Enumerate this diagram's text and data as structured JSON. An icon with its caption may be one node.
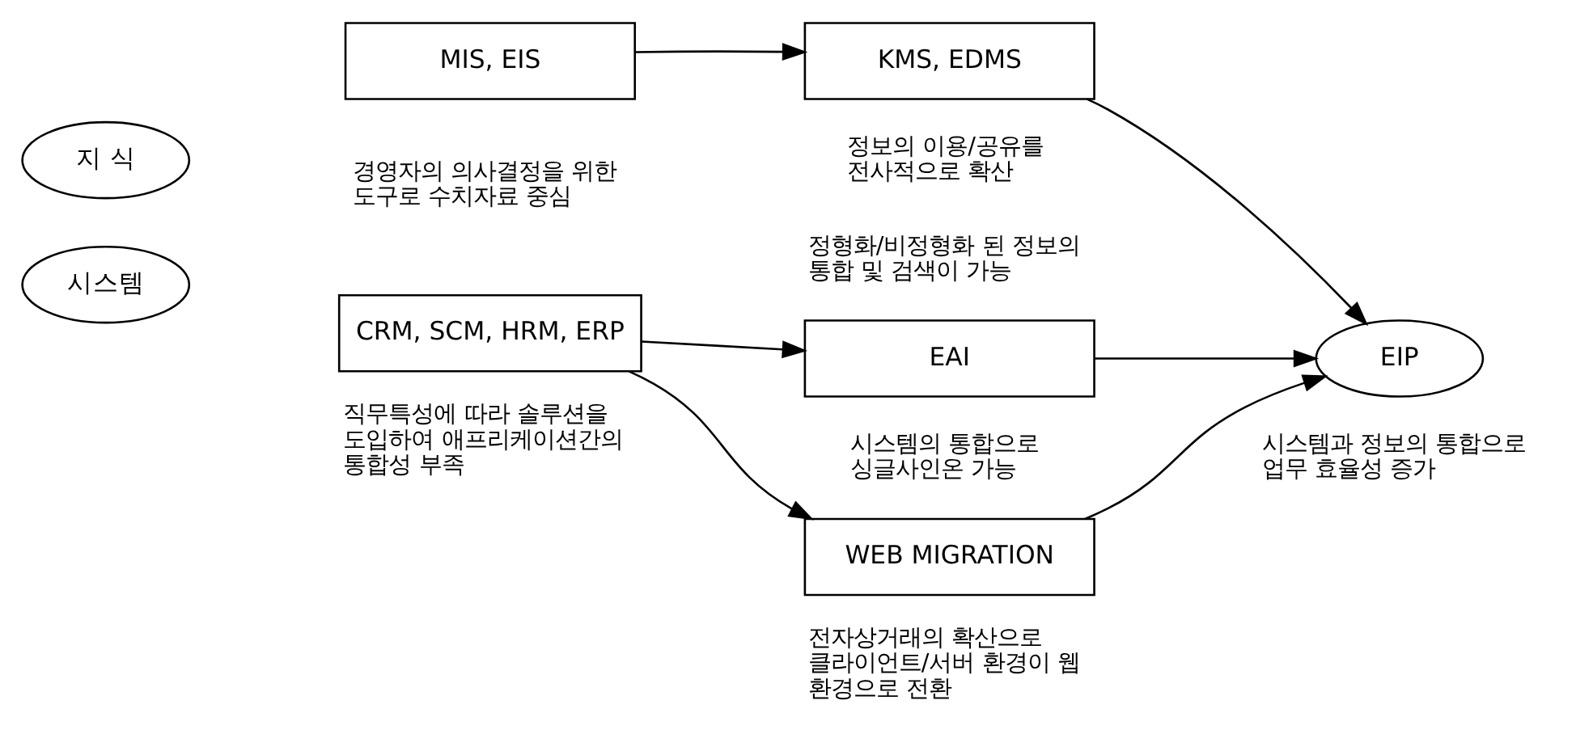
{
  "diagram": {
    "nodes": [
      {
        "text": [
          "지 식"
        ]
      },
      {
        "text": [
          "시스템"
        ]
      },
      {
        "text": [
          "MIS, EIS"
        ],
        "beside": [
          "경영자의 의사결정을 위한 도구로 수치자료 중심"
        ]
      },
      {
        "text": [
          "KMS, EDMS"
        ],
        "beside": [
          "정보의 이용/공유를 전사적으로 확산",
          "정형화/비정형화 된 정보의 통합 및 검색이 가능"
        ]
      },
      {
        "text": [
          "CRM, SCM, HRM, ERP"
        ],
        "beside": [
          "직무특성에 따라 솔루션을 도입하여 애프리케이션간의 통합성 부족"
        ]
      },
      {
        "text": [
          "EAI"
        ],
        "beside": [
          "시스템의 통합으로 싱글사인온 가능"
        ]
      },
      {
        "text": [
          "WEB MIGRATION"
        ],
        "beside": [
          "전자상거래의 확산으로 클라이언트/서버 환경이 웹 환경으로 전환"
        ]
      },
      {
        "text": [
          "EIP"
        ],
        "beside": [
          "시스템과 정보의 통합으로 업무 효율성 증가"
        ]
      }
    ],
    "edges": [
      {
        "from": 2,
        "to": 3,
        "arrow": "to"
      },
      {
        "from": 3,
        "to": 7,
        "arrow": "to"
      },
      {
        "from": 4,
        "to": 5,
        "arrow": "to"
      },
      {
        "from": 4,
        "to": 6,
        "arrow": "to"
      },
      {
        "from": 5,
        "to": 7,
        "arrow": "to"
      },
      {
        "from": 6,
        "to": 7,
        "arrow": "to"
      }
    ]
  }
}
